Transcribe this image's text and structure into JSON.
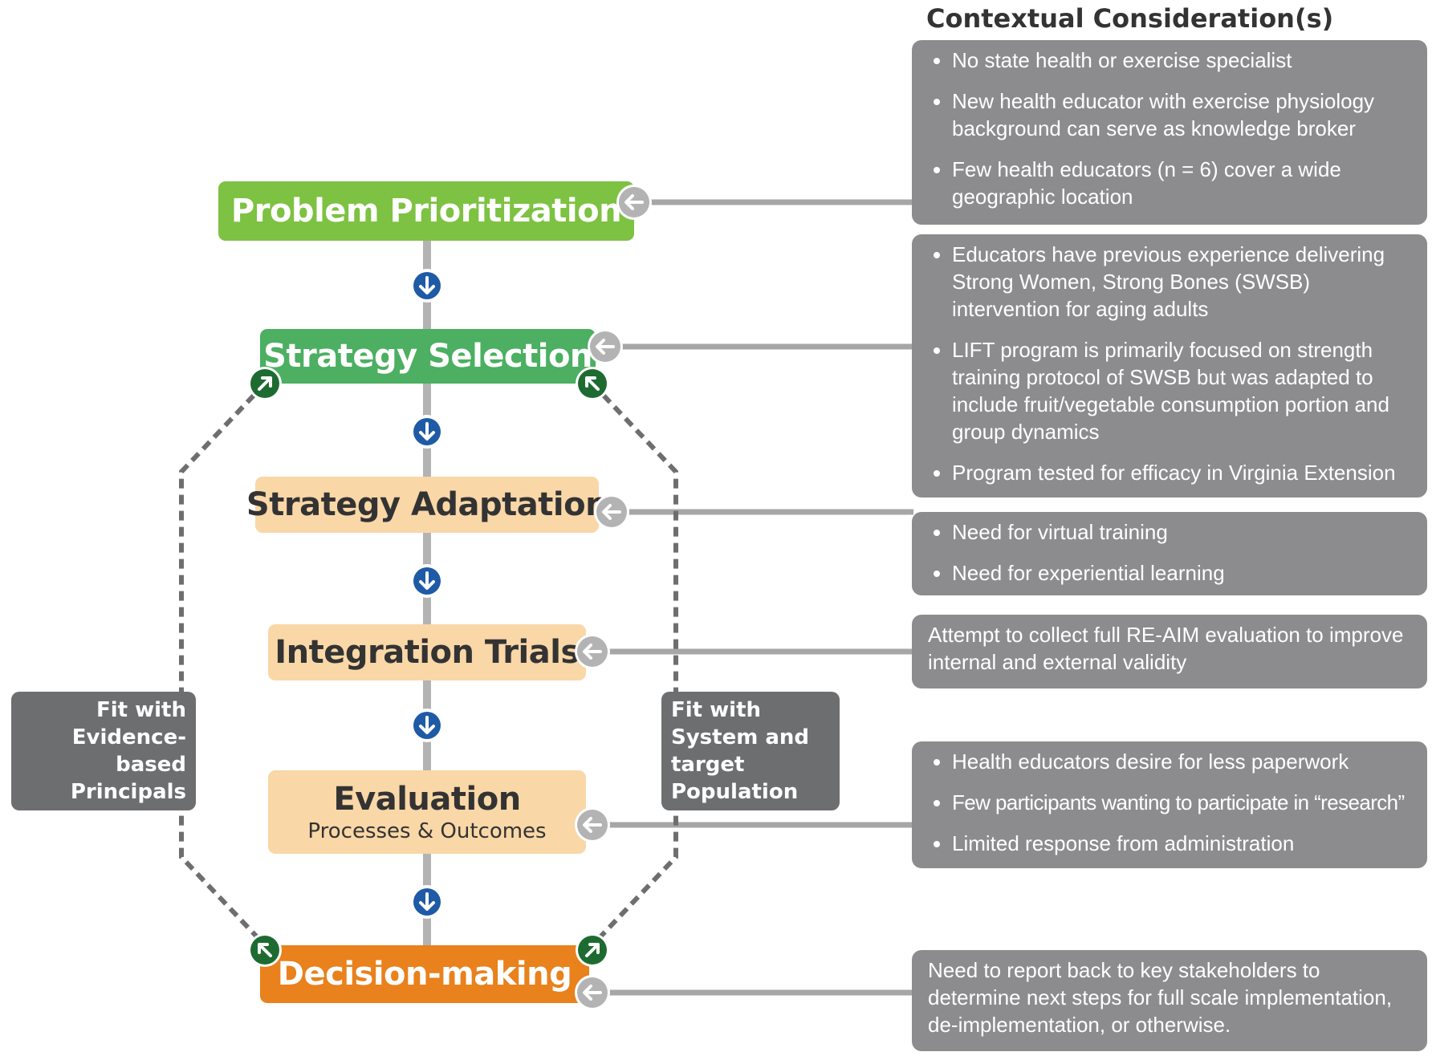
{
  "context_header": "Contextual Consideration(s)",
  "stages": [
    {
      "id": "problem",
      "title": "Problem Prioritization"
    },
    {
      "id": "selection",
      "title": "Strategy Selection"
    },
    {
      "id": "adaptation",
      "title": "Strategy Adaptation"
    },
    {
      "id": "integration",
      "title": "Integration Trials"
    },
    {
      "id": "evaluation",
      "title": "Evaluation",
      "subtitle": "Processes & Outcomes"
    },
    {
      "id": "decision",
      "title": "Decision-making"
    }
  ],
  "considerations": [
    {
      "stage": "problem",
      "items": [
        "No state health or exercise specialist",
        "New health educator with exercise physiology background can serve as knowledge broker",
        "Few health educators (n = 6) cover a wide geographic location"
      ]
    },
    {
      "stage": "selection",
      "items": [
        "Educators have previous experience delivering Strong Women, Strong Bones (SWSB) intervention for aging adults",
        "LIFT program is primarily focused on strength training protocol of SWSB but was adapted to include fruit/vegetable consumption portion and group dynamics",
        "Program tested for efficacy in Virginia Extension"
      ]
    },
    {
      "stage": "adaptation",
      "items": [
        "Need for virtual training",
        "Need for experiential learning"
      ]
    },
    {
      "stage": "integration",
      "text": "Attempt to collect full RE-AIM evaluation to improve internal and external validity"
    },
    {
      "stage": "evaluation",
      "items": [
        "Health educators desire for less paperwork",
        "Few participants wanting to participate in “research”",
        "Limited response from administration"
      ]
    },
    {
      "stage": "decision",
      "text": "Need to report back to key stakeholders to determine next steps for full scale implementation, de-implementation, or otherwise."
    }
  ],
  "fit_left": "Fit with Evidence-based Principals",
  "fit_right": "Fit with System and target Population",
  "colors": {
    "problem": "#7dc242",
    "selection": "#4caf62",
    "adaptation": "#f9d7a7",
    "decision": "#e9811c",
    "context_box": "#8c8c8e",
    "fit_box": "#6d6e70",
    "down_arrow": "#1f5aa6",
    "diag_arrow": "#1e6b32",
    "left_arrow": "#b3b3b3"
  }
}
